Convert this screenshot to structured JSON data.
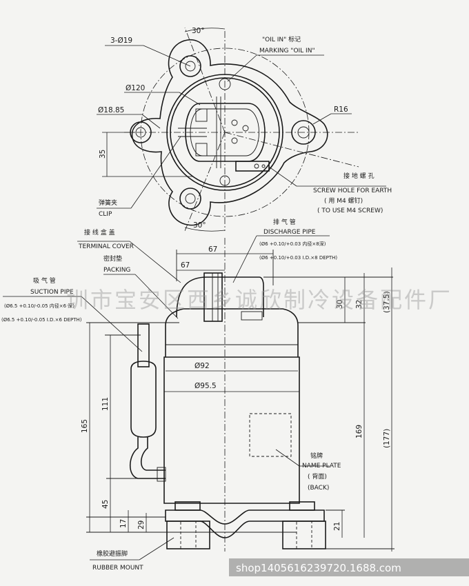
{
  "top_view": {
    "holes": "3-Ø19",
    "angle_top": "30°",
    "angle_bottom": "30°",
    "marking_cn": "\"OIL IN\" 标记",
    "marking_en": "MARKING \"OIL IN\"",
    "dia_120": "Ø120",
    "dia_1885": "Ø18.85",
    "dim_35": "35",
    "radius": "R16",
    "earth_cn": "接 地 螺 孔",
    "earth_en": "SCREW HOLE FOR EARTH",
    "earth_note_cn": "( 用 M4 螺钉)",
    "earth_note_en": "( TO USE M4 SCREW)",
    "clip_cn": "弹簧夹",
    "clip_en": "CLIP"
  },
  "side_view": {
    "terminal_cn": "接 线 盒 盖",
    "terminal_en": "TERMINAL COVER",
    "packing_cn": "密封垫",
    "packing_en": "PACKING",
    "discharge_cn": "排 气 管",
    "discharge_en": "DISCHARGE PIPE",
    "discharge_spec_cn": "(Ø6 +0.10/+0.03 内径×8深)",
    "discharge_spec_en": "(Ø6 +0.10/+0.03 I.D.×8 DEPTH)",
    "suction_cn": "吸 气 管",
    "suction_en": "SUCTION PIPE",
    "suction_spec_cn": "(Ø6.5 +0.10/-0.05 内径×6 深)",
    "suction_spec_en": "(Ø6.5 +0.10/-0.05 I.D.×6 DEPTH)",
    "dim_67a": "67",
    "dim_67b": "67",
    "dim_30": "30",
    "dim_32": "32",
    "dim_375": "(37.5)",
    "dia_92": "Ø92",
    "dia_955": "Ø95.5",
    "dim_111": "111",
    "dim_165": "165",
    "dim_45": "45",
    "dim_17": "17",
    "dim_29": "29",
    "dim_169": "169",
    "dim_177": "(177)",
    "dim_21": "21",
    "nameplate_cn": "铭牌",
    "nameplate_en": "NAME PLATE",
    "back_cn": "( 背面)",
    "back_en": "(BACK)",
    "rubber_cn": "橡胶避振脚",
    "rubber_en": "RUBBER MOUNT"
  },
  "watermark": "圳市宝安区西乡诚欣制冷设备配件厂",
  "shop_label": "shop1405616239720.1688.com"
}
